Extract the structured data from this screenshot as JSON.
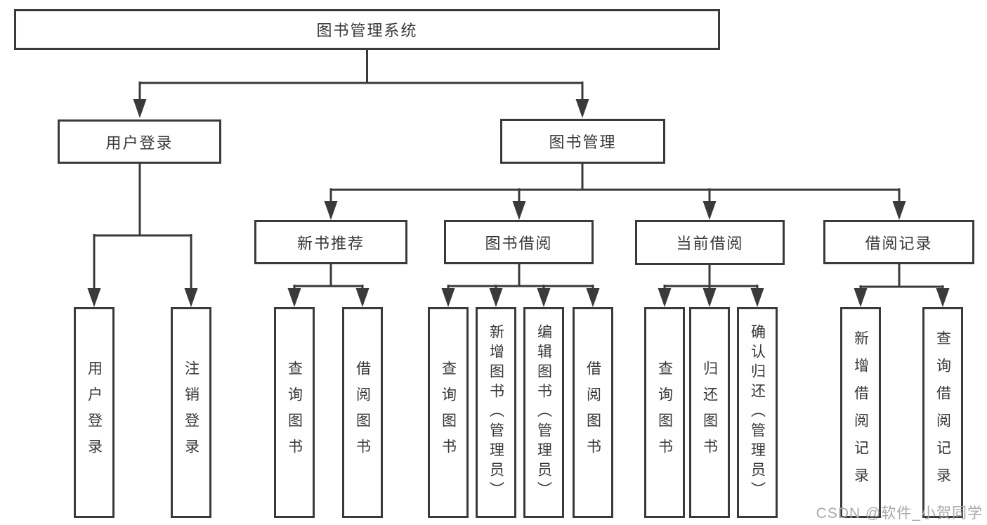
{
  "diagram": {
    "title": "图书管理系统",
    "colors": {
      "line": "#3a3a3a",
      "text": "#383838",
      "background": "#ffffff",
      "watermark": "#a9a9a9"
    },
    "nodes": {
      "root": "图书管理系统",
      "user_login": "用户登录",
      "book_mgmt": "图书管理",
      "new_book": "新书推荐",
      "book_borrow": "图书借阅",
      "current_borrow": "当前借阅",
      "borrow_record": "借阅记录",
      "login": "用户登录",
      "logout": "注销登录",
      "nb_query": "查询图书",
      "nb_borrow": "借阅图书",
      "bb_query": "查询图书",
      "bb_add": "新增图书（管理员）",
      "bb_edit": "编辑图书（管理员）",
      "bb_borrow": "借阅图书",
      "cb_query": "查询图书",
      "cb_return": "归还图书",
      "cb_confirm": "确认归还（管理员）",
      "br_add": "新增借阅记录",
      "br_query": "查询借阅记录"
    },
    "structure": {
      "root": [
        "user_login",
        "book_mgmt"
      ],
      "user_login": [
        "login",
        "logout"
      ],
      "book_mgmt": [
        "new_book",
        "book_borrow",
        "current_borrow",
        "borrow_record"
      ],
      "new_book": [
        "nb_query",
        "nb_borrow"
      ],
      "book_borrow": [
        "bb_query",
        "bb_add",
        "bb_edit",
        "bb_borrow"
      ],
      "current_borrow": [
        "cb_query",
        "cb_return",
        "cb_confirm"
      ],
      "borrow_record": [
        "br_add",
        "br_query"
      ]
    }
  },
  "watermark": "CSDN @软件_小贺同学"
}
